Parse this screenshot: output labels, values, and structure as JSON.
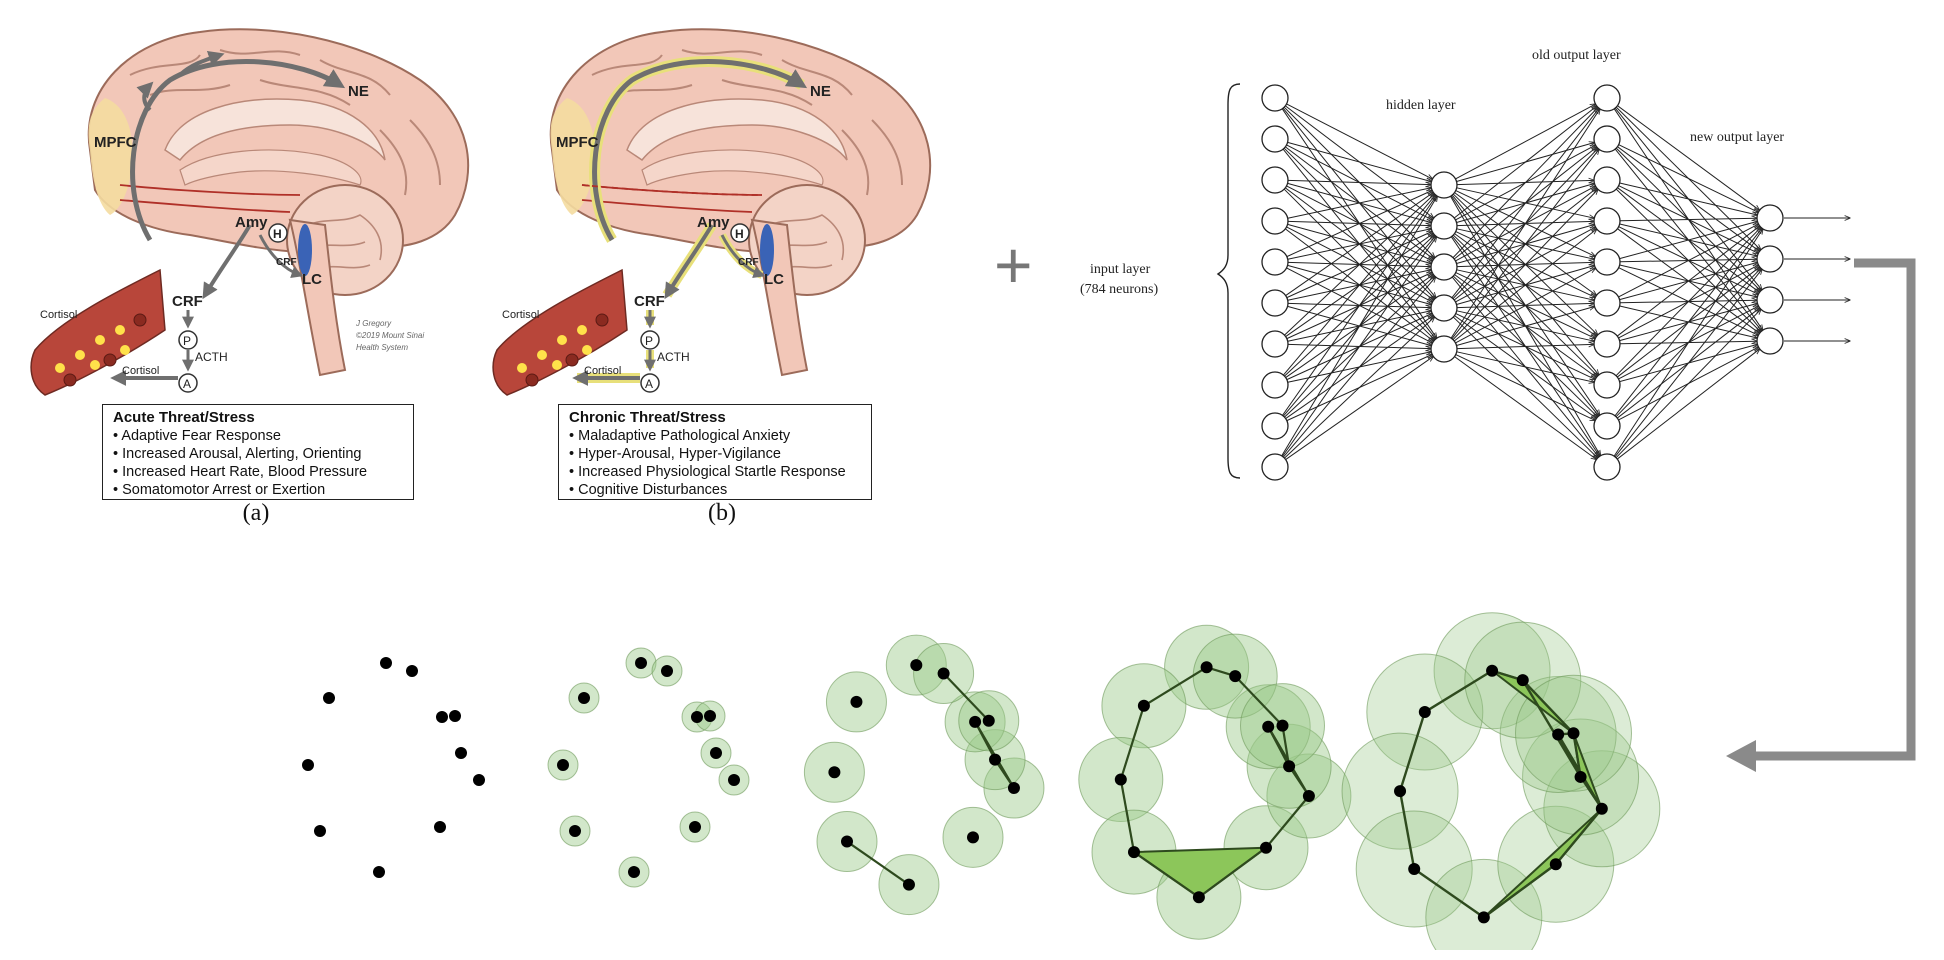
{
  "panel_a": {
    "labels": {
      "ne": "NE",
      "mpfc": "MPFC",
      "amy": "Amy",
      "h": "H",
      "crf_small": "CRF",
      "lc": "LC",
      "crf": "CRF",
      "p": "P",
      "acth": "ACTH",
      "a": "A",
      "cortisol_vessel": "Cortisol",
      "cortisol_arrow": "Cortisol"
    },
    "credit": [
      "J Gregory",
      "©2019 Mount Sinai",
      "Health System"
    ],
    "box_title": "Acute Threat/Stress",
    "box_items": [
      "Adaptive Fear Response",
      "Increased Arousal, Alerting, Orienting",
      "Increased Heart Rate, Blood Pressure",
      "Somatomotor Arrest or Exertion"
    ],
    "caption": "(a)"
  },
  "panel_b": {
    "labels": {
      "ne": "NE",
      "mpfc": "MPFC",
      "amy": "Amy",
      "h": "H",
      "crf_small": "CRF",
      "lc": "LC",
      "crf": "CRF",
      "p": "P",
      "acth": "ACTH",
      "a": "A",
      "cortisol_vessel": "Cortisol",
      "cortisol_arrow": "Cortisol"
    },
    "box_title": "Chronic Threat/Stress",
    "box_items": [
      "Maladaptive Pathological Anxiety",
      "Hyper-Arousal, Hyper-Vigilance",
      "Increased Physiological Startle Response",
      "Cognitive Disturbances"
    ],
    "caption": "(b)"
  },
  "plus_symbol": "+",
  "network": {
    "input_layer_label": "input layer",
    "input_layer_sub": "(784 neurons)",
    "hidden_layer_label": "hidden layer",
    "old_output_label": "old output layer",
    "new_output_label": "new output layer",
    "layer_sizes": [
      10,
      5,
      10,
      4
    ]
  },
  "colors": {
    "brain_tissue": "#f2c7b8",
    "brain_outline": "#9c6b5a",
    "mpfc_region": "#f4dca0",
    "gray_arrow": "#6f6f6f",
    "yellow_glow": "#e8e07a",
    "red_path": "#b03028",
    "lc_blue": "#3a63b6",
    "vessel": "#b8463a",
    "disk_fill": "#9cc98a",
    "triangle_fill": "#8cc65a",
    "edge": "#2e4a1e",
    "connector": "#8a8a8a"
  }
}
